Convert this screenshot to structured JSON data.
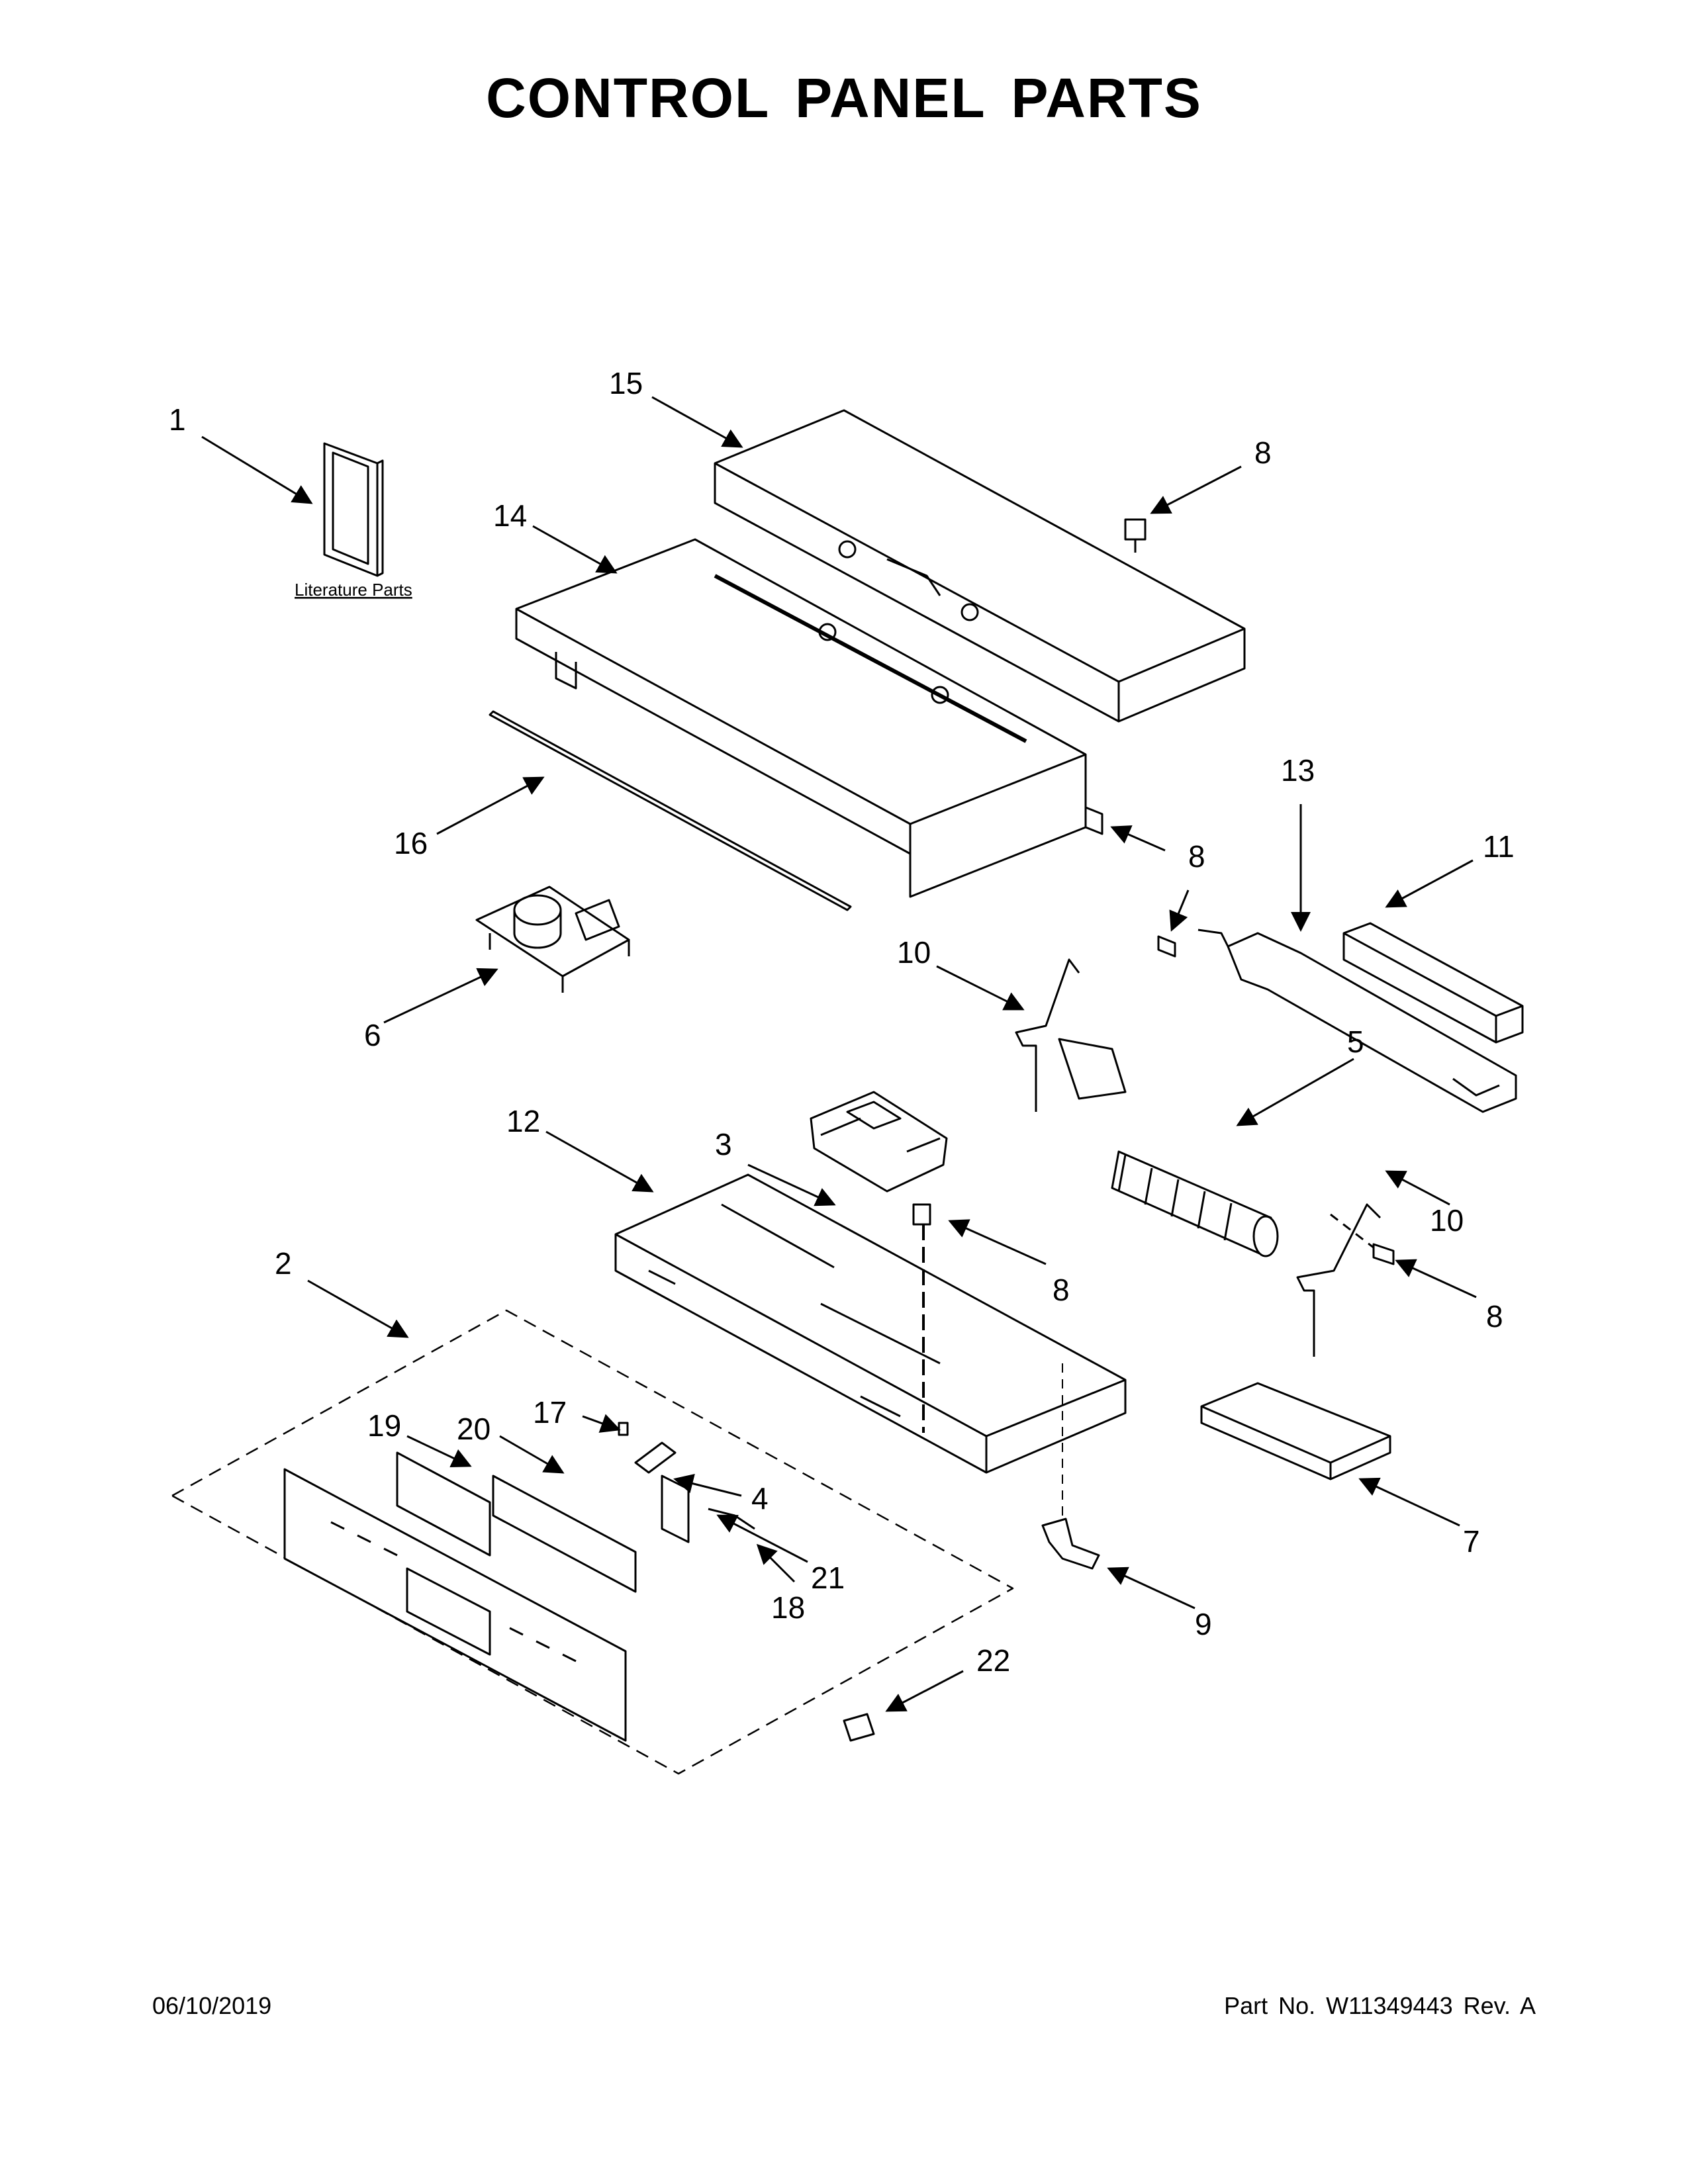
{
  "header": {
    "title": "CONTROL PANEL PARTS"
  },
  "literature": {
    "label": "Literature Parts"
  },
  "callouts": [
    "1",
    "2",
    "3",
    "4",
    "5",
    "6",
    "7",
    "8",
    "9",
    "10",
    "11",
    "12",
    "13",
    "14",
    "15",
    "16",
    "17",
    "18",
    "19",
    "20",
    "21",
    "22"
  ],
  "footer": {
    "date": "06/10/2019",
    "part_number": "Part No.  W11349443  Rev.  A"
  }
}
